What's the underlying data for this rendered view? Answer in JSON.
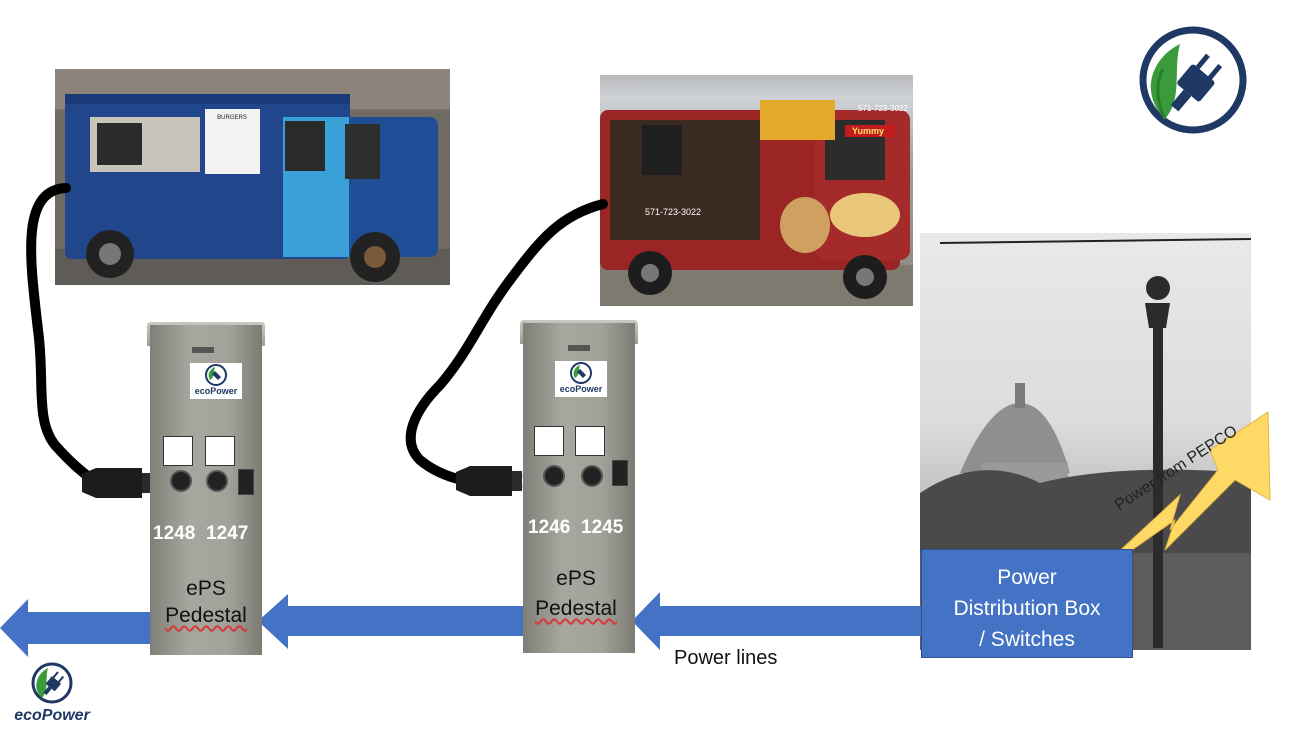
{
  "pedestals": [
    {
      "label_line1": "ePS",
      "label_line2": "Pedestal",
      "outlets": [
        "1248",
        "1247"
      ],
      "brand": "ecoPower"
    },
    {
      "label_line1": "ePS",
      "label_line2": "Pedestal",
      "outlets": [
        "1246",
        "1245"
      ],
      "brand": "ecoPower"
    }
  ],
  "distribution_box": {
    "line1": "Power",
    "line2": "Distribution Box",
    "line3": "/ Switches"
  },
  "power_lines_label": "Power lines",
  "pepco_label": "Power from PEPCO",
  "footer_logo_text": "ecoPower",
  "trucks": [
    {
      "sign": "BURGERS"
    },
    {
      "sign": "Yummy",
      "phone": "571-723-3022"
    }
  ],
  "colors": {
    "arrow": "#4472c4",
    "box": "#4472c4",
    "lightning": "#ffd966",
    "logo_green": "#3a9b3a",
    "logo_navy": "#1f3864"
  }
}
